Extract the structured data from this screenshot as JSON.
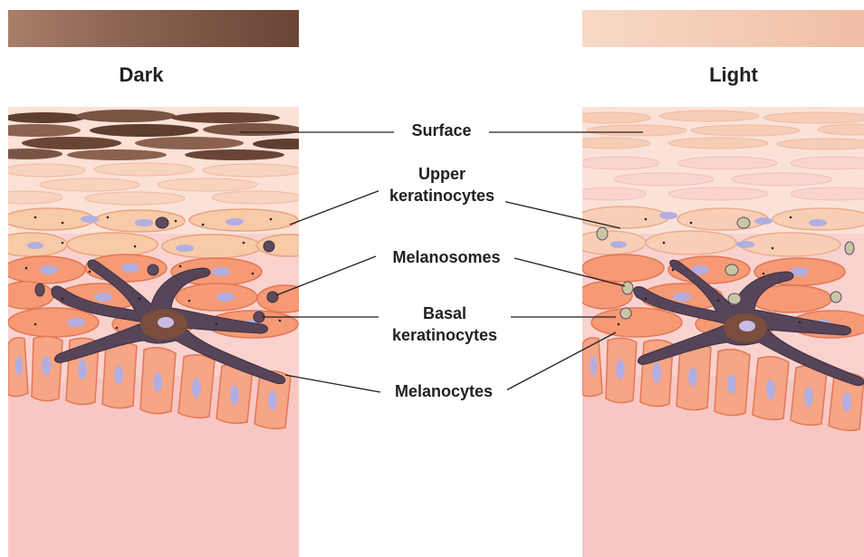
{
  "titles": {
    "dark": "Dark",
    "light": "Light"
  },
  "labels": {
    "surface": "Surface",
    "upper_keratinocytes": [
      "Upper",
      "keratinocytes"
    ],
    "melanosomes": "Melanosomes",
    "basal_keratinocytes": [
      "Basal",
      "keratinocytes"
    ],
    "melanocytes": "Melanocytes"
  },
  "colors": {
    "dark_swatch": "#7a5443",
    "light_swatch": "#f4ccb5",
    "keratinocyte": "#f28e6b",
    "nucleus": "#b3aee0",
    "melanocyte": "#4e3e52",
    "dermis": "#f9d0cd"
  }
}
